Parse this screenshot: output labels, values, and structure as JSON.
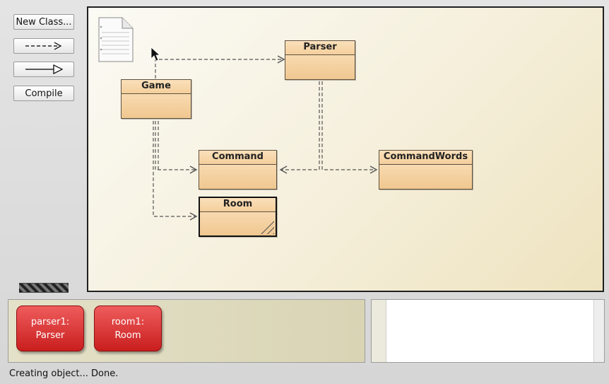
{
  "toolbar": {
    "new_class_label": "New Class...",
    "dependency_arrow_icon": "dashed-arrow-icon",
    "inheritance_arrow_icon": "inheritance-arrow-icon",
    "compile_label": "Compile"
  },
  "diagram": {
    "readme_icon": "document-icon",
    "classes": [
      {
        "name": "Game"
      },
      {
        "name": "Parser"
      },
      {
        "name": "Command"
      },
      {
        "name": "CommandWords"
      },
      {
        "name": "Room"
      }
    ]
  },
  "object_bench": {
    "objects": [
      {
        "line1": "parser1:",
        "line2": "Parser"
      },
      {
        "line1": "room1:",
        "line2": "Room"
      }
    ]
  },
  "status": "Creating object... Done.",
  "colors": {
    "class_fill": "#f6d5a8",
    "object_fill": "#d83232",
    "diagram_bg": "#f5efdb"
  }
}
